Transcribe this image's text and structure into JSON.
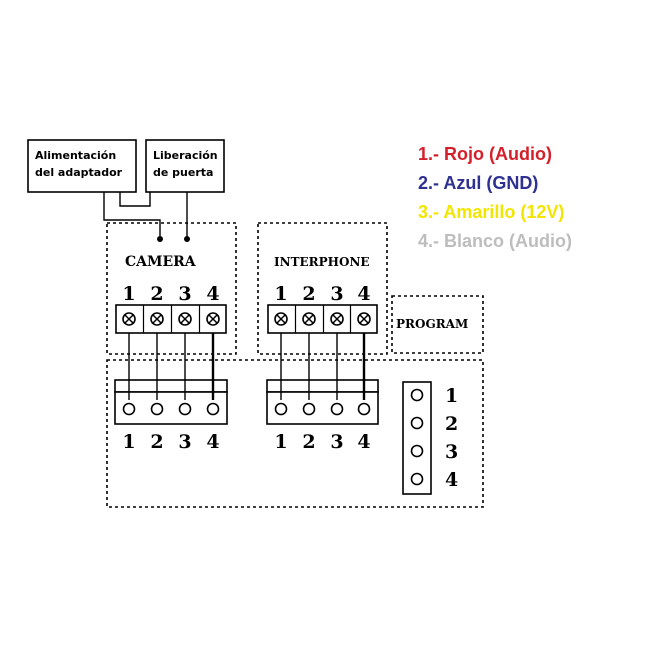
{
  "boxes": {
    "power_line1": "Alimentación",
    "power_line2": "del adaptador",
    "release_line1": "Liberación",
    "release_line2": "de puerta"
  },
  "sections": {
    "camera": "CAMERA",
    "interphone": "INTERPHONE",
    "program": "PROGRAM"
  },
  "terminals": [
    "1",
    "2",
    "3",
    "4"
  ],
  "legend": [
    {
      "text": "1.- Rojo (Audio)",
      "color": "#d4202a"
    },
    {
      "text": "2.- Azul (GND)",
      "color": "#2e3192"
    },
    {
      "text": "3.- Amarillo (12V)",
      "color": "#f2e600"
    },
    {
      "text": "4.- Blanco (Audio)",
      "color": "#bdbdbd"
    }
  ],
  "icons": {
    "screw": "screw-terminal-icon",
    "pin": "pin-terminal-icon"
  }
}
